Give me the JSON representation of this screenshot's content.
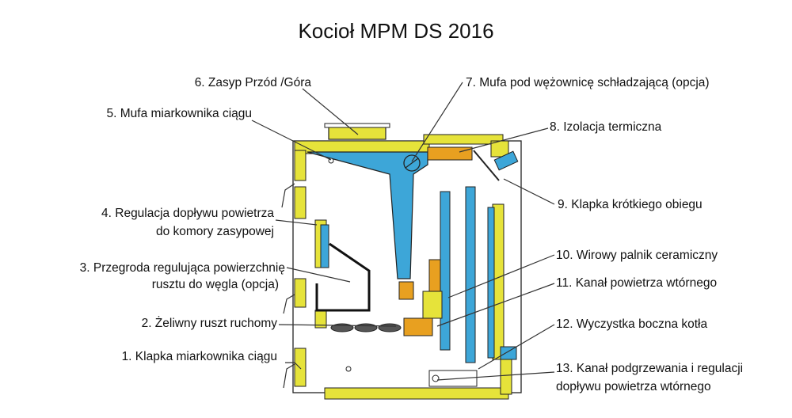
{
  "title": "Kocioł MPM DS 2016",
  "labels": {
    "l1": "1. Klapka miarkownika ciągu",
    "l2": "2. Żeliwny ruszt ruchomy",
    "l3a": "3. Przegroda regulująca powierzchnię",
    "l3b": "rusztu do węgla (opcja)",
    "l4a": "4. Regulacja dopływu powietrza",
    "l4b": "do komory zasypowej",
    "l5": "5. Mufa miarkownika ciągu",
    "l6": "6. Zasyp Przód /Góra",
    "l7": "7. Mufa pod wężownicę schładzającą (opcja)",
    "l8": "8. Izolacja termiczna",
    "l9": "9. Klapka krótkiego obiegu",
    "l10": "10. Wirowy palnik ceramiczny",
    "l11": "11. Kanał powietrza wtórnego",
    "l12": "12. Wyczystka boczna kotła",
    "l13a": "13. Kanał podgrzewania i regulacji",
    "l13b": "dopływu powietrza wtórnego"
  },
  "colors": {
    "insulation": "#e6e33a",
    "water_jacket": "#3da6d8",
    "ceramic": "#e8a020",
    "outline": "#1a1a1a"
  }
}
